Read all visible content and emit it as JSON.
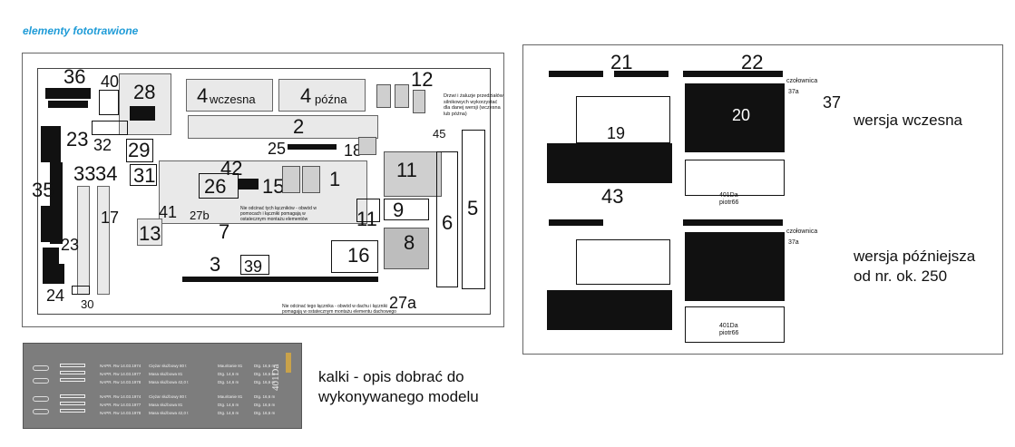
{
  "header": {
    "title": "elementy fototrawione"
  },
  "left_sheet": {
    "labels": [
      "36",
      "40",
      "28",
      "4",
      "wczesna",
      "4",
      "późna",
      "12",
      "23",
      "32",
      "29",
      "2",
      "25",
      "18",
      "45",
      "33",
      "34",
      "31",
      "42",
      "1",
      "11",
      "35",
      "26",
      "15",
      "17",
      "41",
      "27b",
      "7",
      "11",
      "9",
      "6",
      "5",
      "13",
      "8",
      "23",
      "3",
      "39",
      "16",
      "24",
      "30",
      "27a"
    ],
    "note_top": "Drzwi i żaluzje przedziałów silnikowych wykorzystać dla danej wersji (wczesna lub późna)",
    "note_mid": "Nie odcinać tych łączników - obwód w pomocach i łączniki pomagają w ostatecznym montażu elementów",
    "note_bottom": "Nie odcinać tego łącznika - obwód w dachu i łączniki pomagają w ostatecznym montażu elementu dachowego"
  },
  "right_sheet": {
    "labels": [
      "21",
      "22",
      "czołownica",
      "37a",
      "37",
      "20",
      "19",
      "43",
      "401Da",
      "piotr66",
      "czołownica",
      "37a",
      "401Da",
      "piotr66"
    ],
    "version_early": "wersja wczesna",
    "version_late_line1": "wersja późniejsza",
    "version_late_line2": "od nr. ok. 250"
  },
  "decals": {
    "caption_line1": "kalki - opis dobrać do",
    "caption_line2": "wykonywanego modelu",
    "side_text": "401Da",
    "rows": [
      {
        "a": "NAPR. Rw 14.03.1974",
        "b": "Ciężar służbowy 80 t",
        "c": "Mauritanie 81",
        "d": "Dtg. 16,6 m"
      },
      {
        "a": "NAPR. Rw 14.03.1977",
        "b": "Masa służbowa 81",
        "c": "Dtg. 14,6 m",
        "d": "Dtg. 16,6 m"
      },
      {
        "a": "NAPR. Rw 14.03.1978",
        "b": "Masa służbowa 42,0 t",
        "c": "Dtg. 14,6 m",
        "d": "Dtg. 16,6 m"
      },
      {
        "a": "NAPR. Rw 14.03.1974",
        "b": "Ciężar służbowy 80 t",
        "c": "Mauritanie 81",
        "d": "Dtg. 16,6 m"
      },
      {
        "a": "NAPR. Rw 14.03.1977",
        "b": "Masa służbowa 81",
        "c": "Dtg. 14,6 m",
        "d": "Dtg. 16,6 m"
      },
      {
        "a": "NAPR. Rw 14.03.1978",
        "b": "Masa służbowa 42,0 t",
        "c": "Dtg. 14,6 m",
        "d": "Dtg. 16,6 m"
      }
    ]
  },
  "colors": {
    "title": "#1e9bd7",
    "decal_bg": "#7d7d7d",
    "part_dark": "#111111"
  }
}
